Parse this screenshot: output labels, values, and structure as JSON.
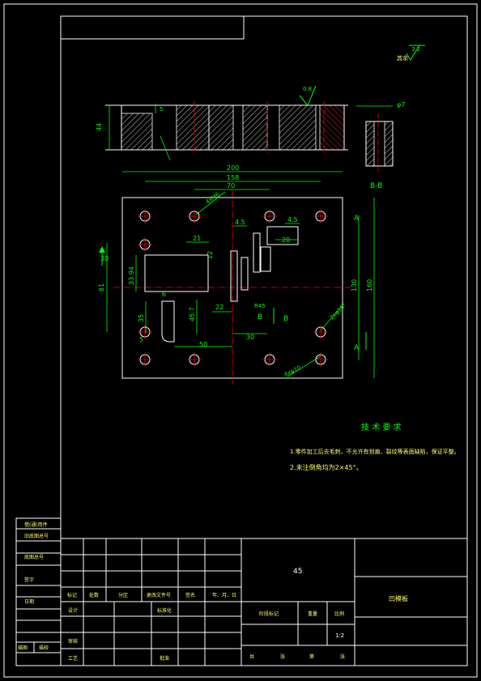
{
  "dims": {
    "overall_w": "200",
    "w158": "158",
    "w70": "70",
    "hole_4xM": "4xM6",
    "d45a": "4.5",
    "d45b": "4.5",
    "d20": "20",
    "d21": "21",
    "d12": "12",
    "d33_94": "33.94",
    "d30_left": "30",
    "d81": "81",
    "d35": "35",
    "d45_7": "45.7",
    "d22": "22",
    "d30": "30",
    "d50": "50",
    "d5": "5",
    "d6": "6",
    "d130": "130",
    "d160": "160",
    "d2phi10": "2xφ10",
    "d4phi10": "4xφ10",
    "height44": "44",
    "d5top": "5",
    "phi7": "φ7",
    "d08": "0.8",
    "rough": "3.2",
    "rough_label": "其余",
    "r45": "R45"
  },
  "section_label": "B-B",
  "arrow_a1": "A",
  "arrow_a2": "A",
  "arrow_b1": "B",
  "arrow_b2": "B",
  "tech": {
    "heading": "技 术 要 求",
    "line1": "1.零件加工后去毛刺，不允许有划痕、裂纹等表面缺陷，保证平整。",
    "line2": "2.未注倒角均为2×45°。"
  },
  "title_block": {
    "material": "45",
    "part_name": "凹模板",
    "scale": "1:2",
    "row_labels": [
      "标记",
      "处数",
      "分区",
      "更改文件号",
      "签名",
      "年、月、日"
    ],
    "design": "设计",
    "standard": "标准化",
    "stage": "阶段标记",
    "weight": "重量",
    "scale_label": "比例",
    "review": "审核",
    "process": "工艺",
    "approve": "批准",
    "sheets": [
      "共",
      "张",
      "第",
      "张"
    ]
  },
  "side_table": [
    "借(通)用件",
    "旧底图总号",
    "底图总号",
    "签字",
    "日期",
    "描图",
    "描校"
  ],
  "colors": {
    "frame": "#ffffff",
    "dimension": "#00ff00",
    "center": "#ff0000",
    "hatch": "#ffffff",
    "accent": "#00ffff"
  }
}
